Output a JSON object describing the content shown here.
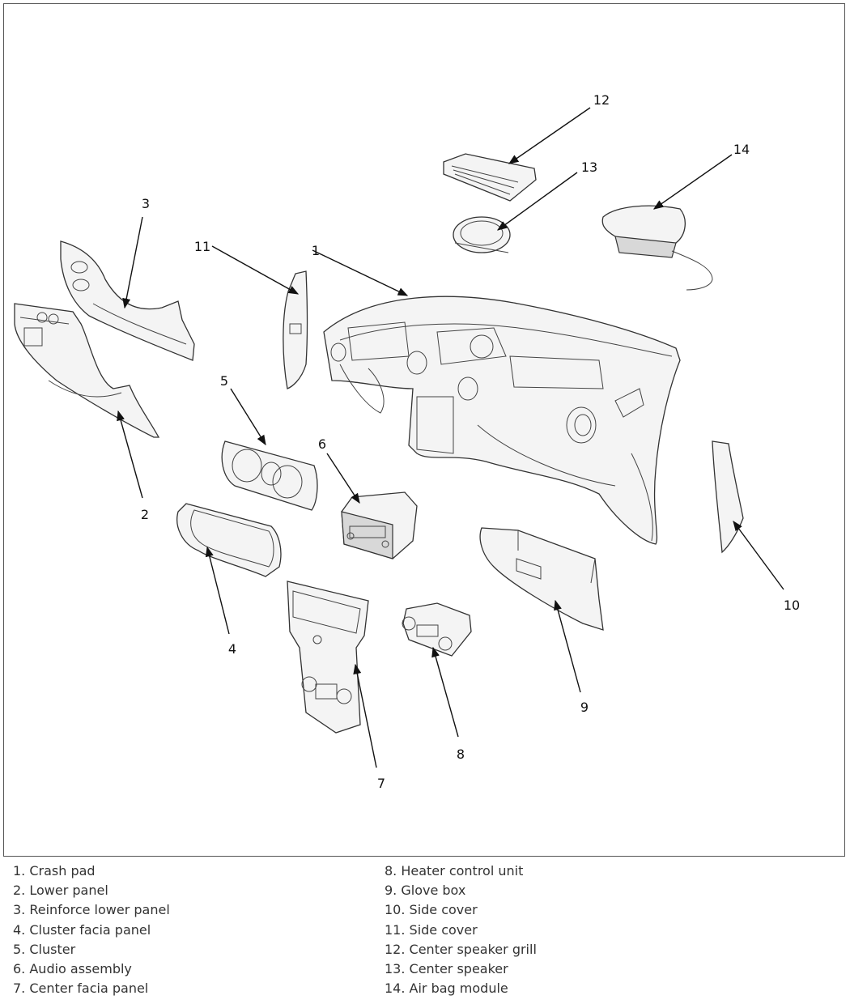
{
  "callouts": [
    "1",
    "2",
    "3",
    "4",
    "5",
    "6",
    "7",
    "8",
    "9",
    "10",
    "11",
    "12",
    "13",
    "14"
  ],
  "legend": {
    "left": [
      "1. Crash pad",
      "2. Lower panel",
      "3. Reinforce lower panel",
      "4. Cluster facia panel",
      "5. Cluster",
      "6. Audio assembly",
      "7. Center facia panel"
    ],
    "right": [
      "8. Heater control unit",
      "9. Glove box",
      "10. Side cover",
      "11. Side cover",
      "12. Center speaker grill",
      "13. Center speaker",
      "14. Air bag module"
    ]
  }
}
